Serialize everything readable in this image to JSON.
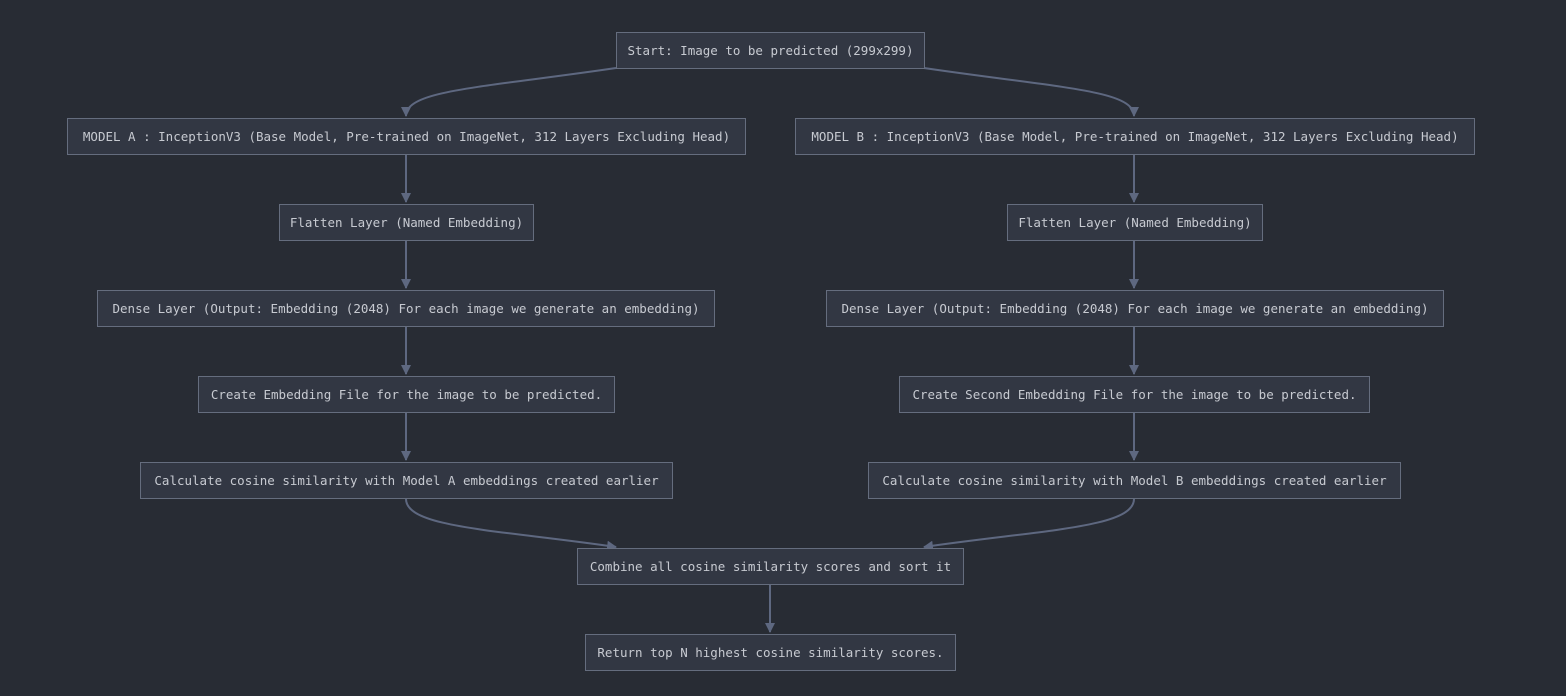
{
  "colors": {
    "background": "#282c34",
    "node_fill": "#323743",
    "node_border": "#656d7e",
    "edge": "#5e6880",
    "text": "#c7cad1"
  },
  "nodes": {
    "start": "Start: Image to be predicted (299x299)",
    "model_a": "MODEL A : InceptionV3 (Base Model, Pre-trained on ImageNet, 312 Layers Excluding Head)",
    "model_b": "MODEL B : InceptionV3 (Base Model, Pre-trained on ImageNet, 312 Layers Excluding Head)",
    "flatten_a": "Flatten Layer (Named Embedding)",
    "flatten_b": "Flatten Layer (Named Embedding)",
    "dense_a": "Dense Layer (Output: Embedding (2048) For each image we generate an embedding)",
    "dense_b": "Dense Layer (Output: Embedding (2048) For each image we generate an embedding)",
    "embed_file_a": "Create Embedding File for the image to be predicted.",
    "embed_file_b": "Create Second Embedding File for the image to be predicted.",
    "cosine_a": "Calculate cosine similarity with Model A embeddings created earlier",
    "cosine_b": "Calculate cosine similarity with Model B embeddings created earlier",
    "combine": "Combine all cosine similarity scores and sort it",
    "return_top": "Return top N highest cosine similarity scores."
  }
}
